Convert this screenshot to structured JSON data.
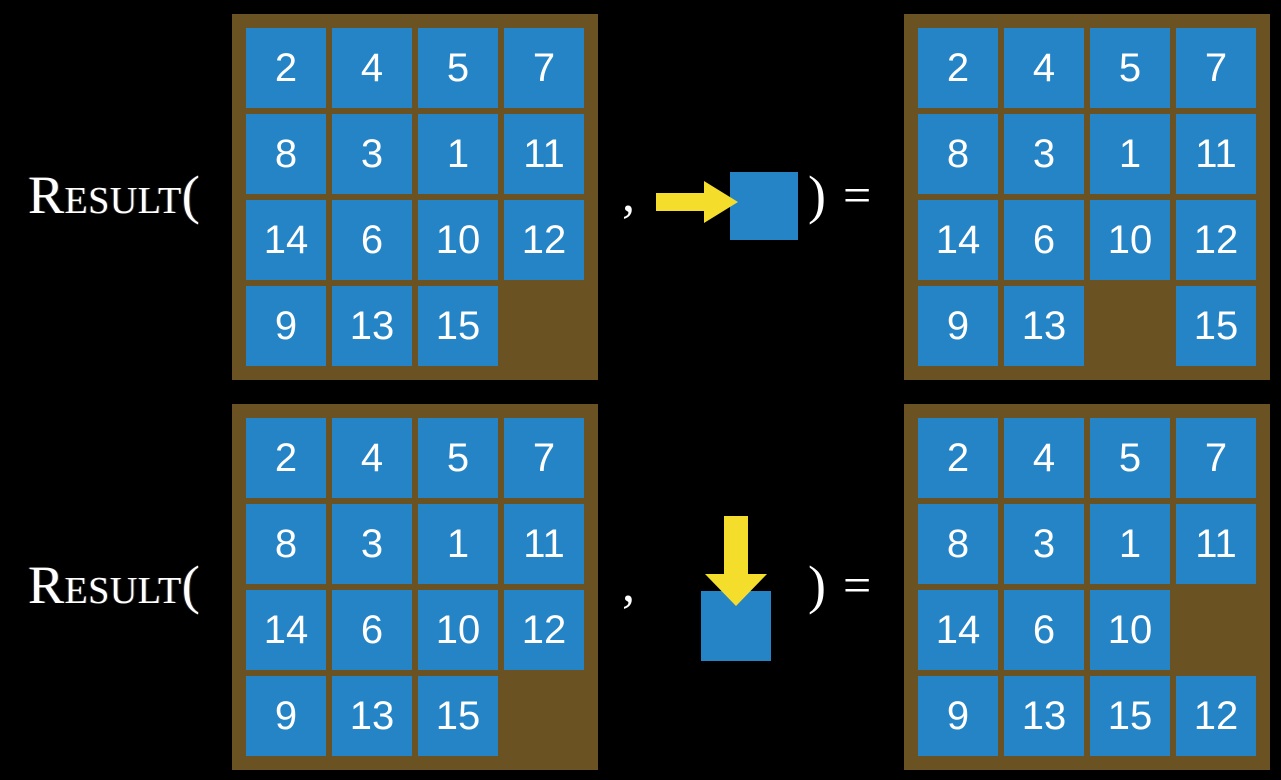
{
  "figure": {
    "type": "sliding-puzzle-transition-diagram",
    "background_color": "#000000",
    "tile_color": "#2484c6",
    "board_color": "#6b5223",
    "arrow_color": "#f5dd2c",
    "text_color": "#ffffff"
  },
  "symbols": {
    "result_label": "Result(",
    "comma": ",",
    "paren_close": ")",
    "equals": "="
  },
  "rows": [
    {
      "id": "row-right-move",
      "action": {
        "name": "move-right",
        "arrow_direction": "right",
        "arrow_glyph": "→",
        "tile_label": ""
      },
      "input_board": {
        "name": "input-board-top",
        "rows": 4,
        "cols": 4,
        "blank_index": 15,
        "tiles": [
          "2",
          "4",
          "5",
          "7",
          "8",
          "3",
          "1",
          "11",
          "14",
          "6",
          "10",
          "12",
          "9",
          "13",
          "15",
          ""
        ]
      },
      "output_board": {
        "name": "output-board-top",
        "rows": 4,
        "cols": 4,
        "blank_index": 14,
        "tiles": [
          "2",
          "4",
          "5",
          "7",
          "8",
          "3",
          "1",
          "11",
          "14",
          "6",
          "10",
          "12",
          "9",
          "13",
          "",
          "15"
        ]
      }
    },
    {
      "id": "row-down-move",
      "action": {
        "name": "move-down",
        "arrow_direction": "down",
        "arrow_glyph": "↓",
        "tile_label": ""
      },
      "input_board": {
        "name": "input-board-bottom",
        "rows": 4,
        "cols": 4,
        "blank_index": 15,
        "tiles": [
          "2",
          "4",
          "5",
          "7",
          "8",
          "3",
          "1",
          "11",
          "14",
          "6",
          "10",
          "12",
          "9",
          "13",
          "15",
          ""
        ]
      },
      "output_board": {
        "name": "output-board-bottom",
        "rows": 4,
        "cols": 4,
        "blank_index": 11,
        "tiles": [
          "2",
          "4",
          "5",
          "7",
          "8",
          "3",
          "1",
          "11",
          "14",
          "6",
          "10",
          "",
          "9",
          "13",
          "15",
          "12"
        ]
      }
    }
  ]
}
